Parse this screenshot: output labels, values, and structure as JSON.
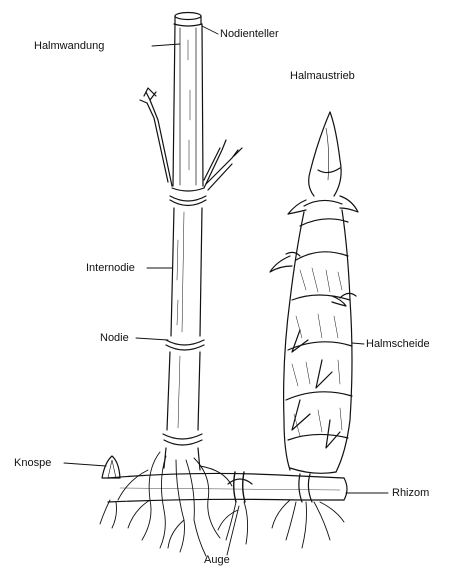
{
  "diagram": {
    "labels": {
      "halmwandung": "Halmwandung",
      "nodienteller": "Nodienteller",
      "halmaustrieb": "Halmaustrieb",
      "internodie": "Internodie",
      "nodie": "Nodie",
      "halmscheide": "Halmscheide",
      "knospe": "Knospe",
      "rhizom": "Rhizom",
      "auge": "Auge"
    }
  }
}
